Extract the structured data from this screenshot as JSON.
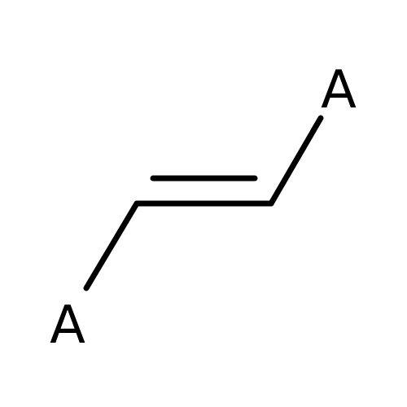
{
  "molecule": {
    "atoms": [
      {
        "id": "top-right",
        "label": "A"
      },
      {
        "id": "bottom-left",
        "label": "A"
      }
    ],
    "bonds": [
      {
        "from": "bottom-left",
        "to": "C1",
        "order": 1
      },
      {
        "from": "C1",
        "to": "C2",
        "order": 2
      },
      {
        "from": "C2",
        "to": "top-right",
        "order": 1
      }
    ],
    "colors": {
      "ink": "#000000",
      "background": "#ffffff"
    }
  }
}
